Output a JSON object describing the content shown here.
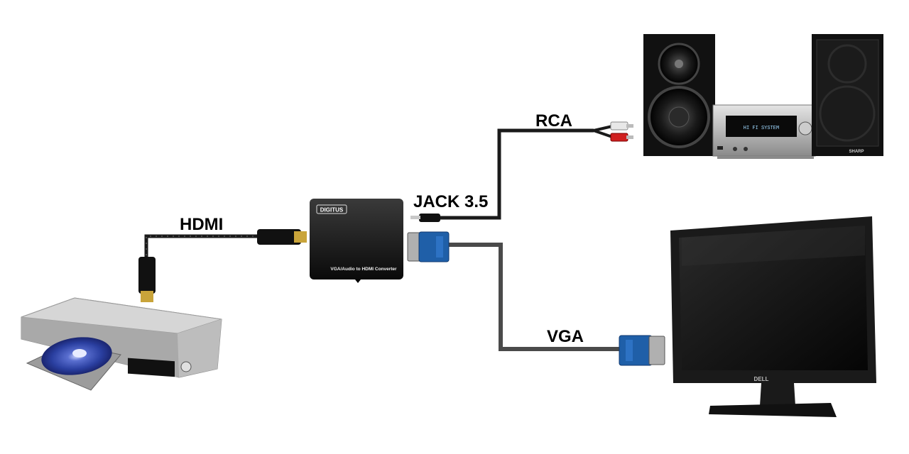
{
  "labels": {
    "hdmi": "HDMI",
    "jack": "JACK 3.5",
    "rca": "RCA",
    "vga": "VGA"
  },
  "converter": {
    "brand": "DIGITUS",
    "caption": "VGA/Audio to HDMI Converter"
  },
  "stereo": {
    "display_text": "HI FI SYSTEM",
    "brand": "SHARP"
  },
  "monitor": {
    "brand": "DELL"
  },
  "colors": {
    "cable": "#1a1a1a",
    "vga_cable": "#4a4a4a",
    "vga_connector": "#1f5fa8",
    "hdmi_gold": "#c9a43a",
    "rca_red": "#d02020",
    "rca_white": "#e8e8e8",
    "player_body": "#b8b8b8",
    "disc": "#2a3fa0"
  }
}
